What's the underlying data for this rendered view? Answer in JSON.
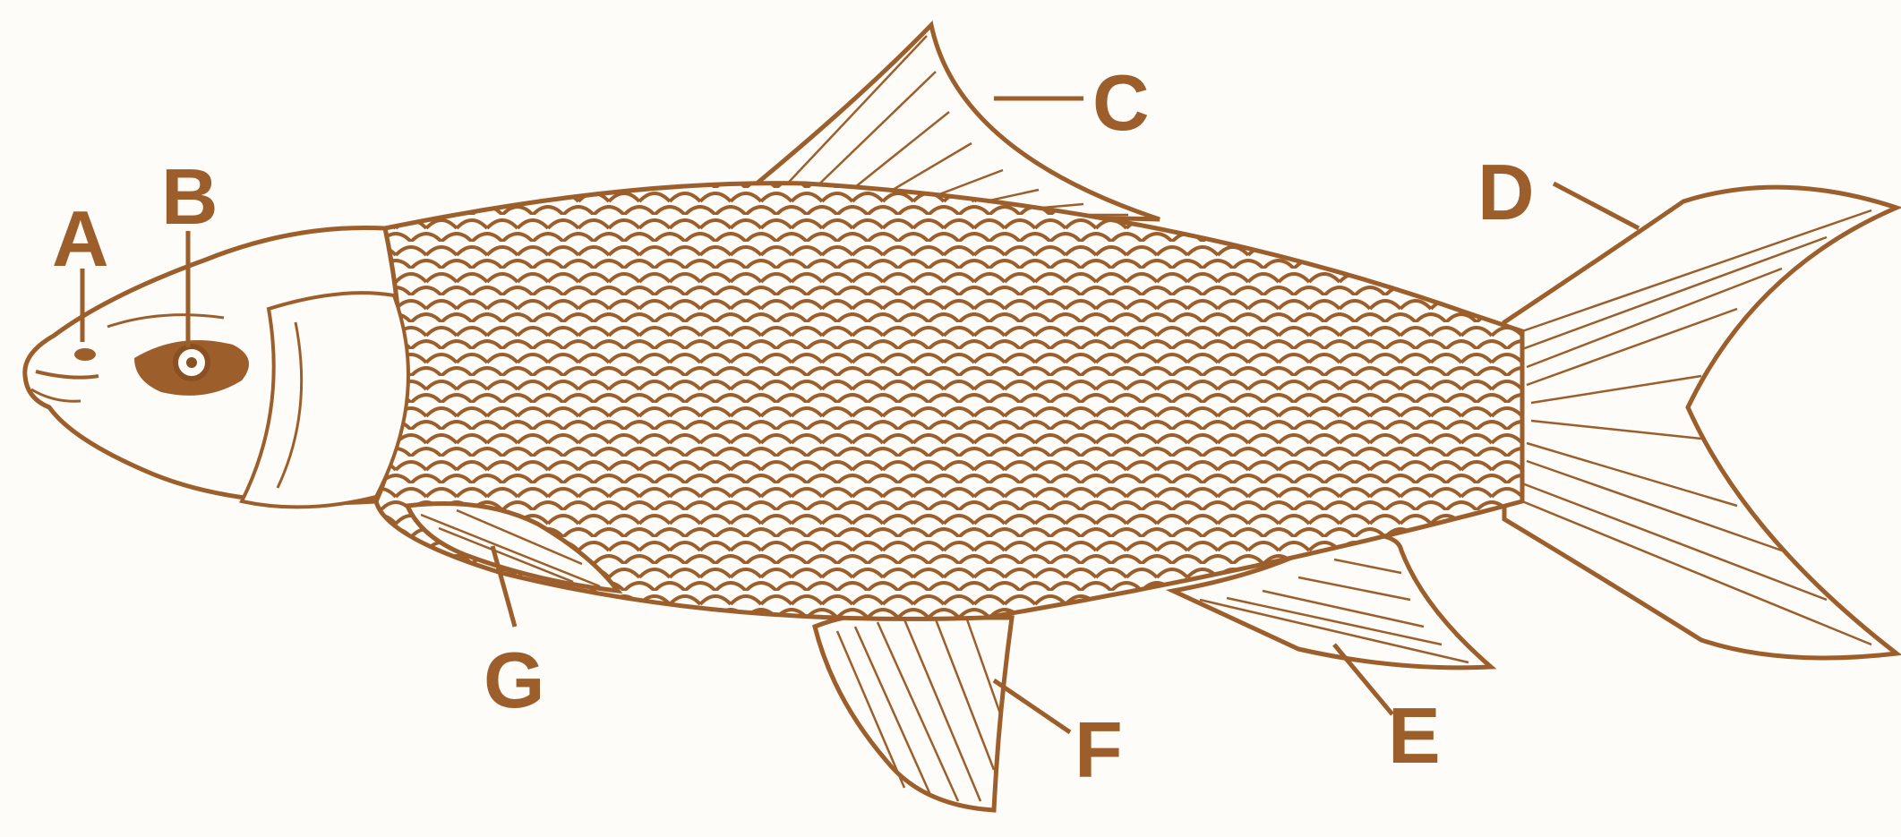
{
  "colors": {
    "ink": "#9c5f2c",
    "paper": "#fdfcf9",
    "eye_fill": "#8a4f22"
  },
  "labels": [
    {
      "id": "A",
      "text": "A"
    },
    {
      "id": "B",
      "text": "B"
    },
    {
      "id": "C",
      "text": "C"
    },
    {
      "id": "D",
      "text": "D"
    },
    {
      "id": "E",
      "text": "E"
    },
    {
      "id": "F",
      "text": "F"
    },
    {
      "id": "G",
      "text": "G"
    }
  ]
}
